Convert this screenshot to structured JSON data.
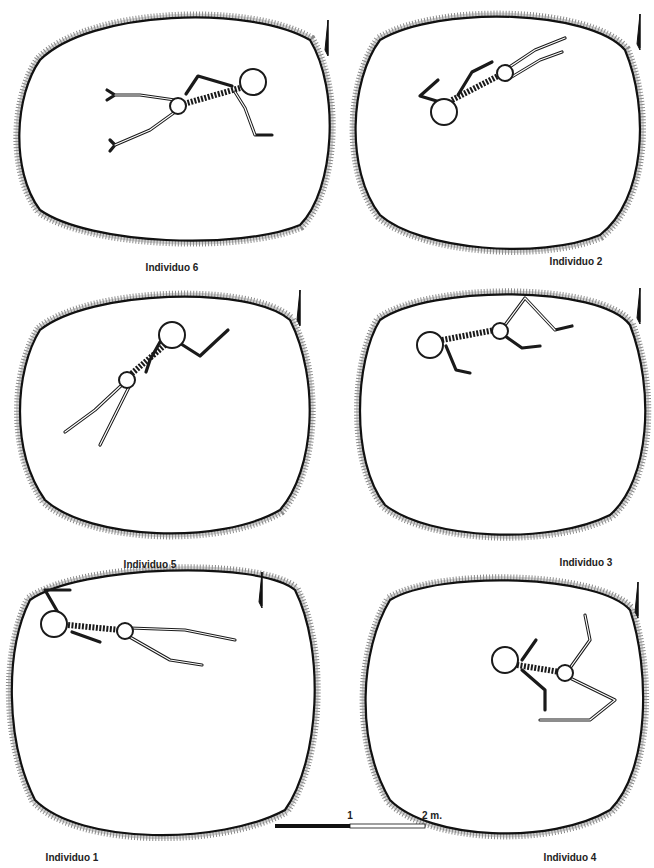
{
  "diagram": {
    "labels": [
      "Individuo 6",
      "Individuo 2",
      "Individuo 5",
      "Individuo 3",
      "Individuo 1",
      "Individuo 4",
      "1",
      "2 m."
    ]
  }
}
